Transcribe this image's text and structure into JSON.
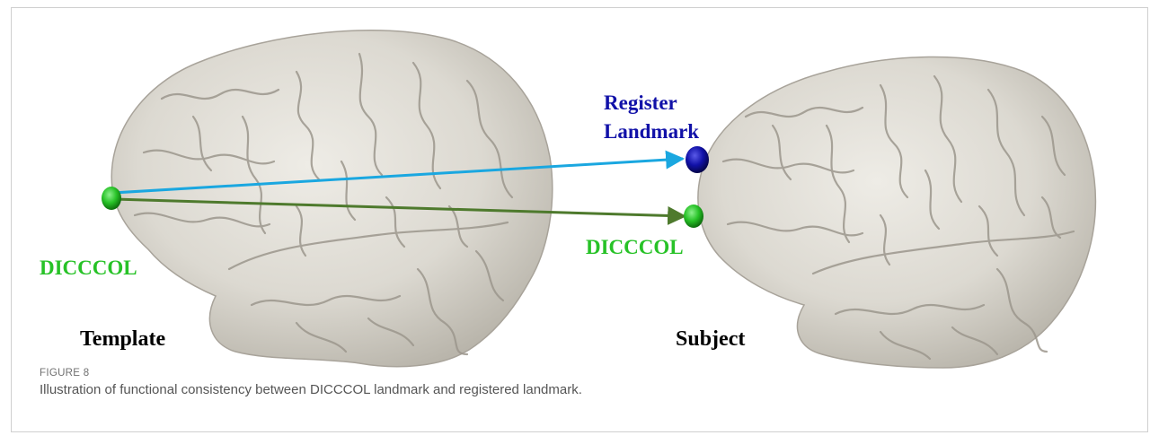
{
  "figure": {
    "number": "FIGURE 8",
    "caption": "Illustration of functional consistency between DICCCOL landmark and registered landmark."
  },
  "labels": {
    "template": "Template",
    "subject": "Subject",
    "dicccol_template": "DICCCOL",
    "dicccol_subject": "DICCCOL",
    "register_line1": "Register",
    "register_line2": "Landmark"
  },
  "colors": {
    "dicccol_green": "#27c227",
    "register_blue": "#1111a8",
    "arrow_blue": "#1aa7e0",
    "arrow_green": "#4e7a2d",
    "brain_fill": "#dcd9d1"
  }
}
